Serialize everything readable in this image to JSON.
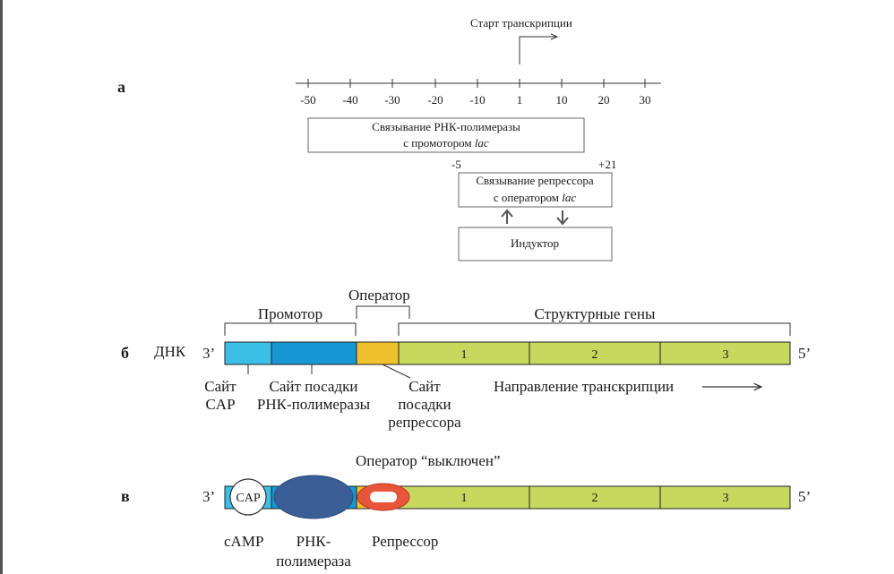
{
  "panel_a": {
    "letter": "а",
    "start_label": "Старт транскрипции",
    "scale_ticks": [
      "-50",
      "-40",
      "-30",
      "-20",
      "-10",
      "1",
      "10",
      "20",
      "30"
    ],
    "rna_box": {
      "line1": "Связывание РНК-полимеразы",
      "line2_prefix": "с промотором ",
      "line2_gene": "lac"
    },
    "repressor_range": {
      "start": "-5",
      "end": "+21"
    },
    "repressor_box": {
      "line1": "Связывание репрессора",
      "line2_prefix": "с оператором ",
      "line2_gene": "lac"
    },
    "inducer_label": "Индуктор"
  },
  "panel_b": {
    "letter": "б",
    "dna_label": "ДНК",
    "end_left": "3’",
    "end_right": "5’",
    "promoter_label": "Промотор",
    "operator_label": "Оператор",
    "structural_genes_label": "Структурные гены",
    "gene_numbers": [
      "1",
      "2",
      "3"
    ],
    "cap_site": {
      "line1": "Сайт",
      "line2": "CAP"
    },
    "rna_site": {
      "line1": "Сайт посадки",
      "line2": "РНК-полимеразы"
    },
    "rep_site": {
      "line1": "Сайт",
      "line2": "посадки",
      "line3": "репрессора"
    },
    "direction_label": "Направление транскрипции"
  },
  "panel_c": {
    "letter": "в",
    "operator_off_label": "Оператор “выключен”",
    "end_left": "3’",
    "end_right": "5’",
    "cap_label": "CAP",
    "gene_numbers": [
      "1",
      "2",
      "3"
    ],
    "camp_label": "cAMP",
    "rna_pol": {
      "line1": "РНК-",
      "line2": "полимераза"
    },
    "repressor_label": "Репрессор"
  },
  "colors": {
    "cap_site": "#3cbfe6",
    "rna_site": "#1797d4",
    "operator": "#efc22d",
    "genes": "#c6d85e",
    "rna_polymerase": "#3a5f96",
    "repressor": "#e8553a"
  }
}
